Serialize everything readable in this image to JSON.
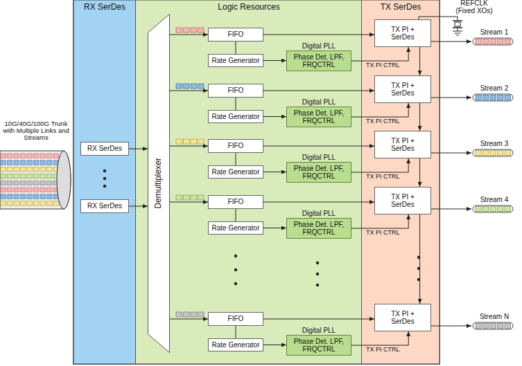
{
  "diagram": {
    "nodes": [
      {
        "text": [
          "RX SerDes"
        ]
      },
      {
        "text": [
          "RX SerDes"
        ],
        "in": 0
      },
      {
        "text": [
          "RX SerDes"
        ],
        "in": 0
      },
      {
        "text": [
          "Logic Resources"
        ]
      },
      {
        "text": [
          "Demultiplexer"
        ],
        "in": 3
      },
      {
        "text": [
          "FIFO"
        ],
        "in": 3
      },
      {
        "text": [
          "Rate Generator"
        ],
        "in": 3
      },
      {
        "text": [
          "Digital PLL",
          "Phase Det. LPF, FRQCTRL"
        ],
        "in": 3
      },
      {
        "text": [
          "FIFO"
        ],
        "in": 3
      },
      {
        "text": [
          "Rate Generator"
        ],
        "in": 3
      },
      {
        "text": [
          "Digital PLL",
          "Phase Det. LPF, FRQCTRL"
        ],
        "in": 3
      },
      {
        "text": [
          "FIFO"
        ],
        "in": 3
      },
      {
        "text": [
          "Rate Generator"
        ],
        "in": 3
      },
      {
        "text": [
          "Digital PLL",
          "Phase Det. LPF, FRQCTRL"
        ],
        "in": 3
      },
      {
        "text": [
          "FIFO"
        ],
        "in": 3
      },
      {
        "text": [
          "Rate Generator"
        ],
        "in": 3
      },
      {
        "text": [
          "Digital PLL",
          "Phase Det. LPF, FRQCTRL"
        ],
        "in": 3
      },
      {
        "text": [
          "FIFO"
        ],
        "in": 3
      },
      {
        "text": [
          "Rate Generator"
        ],
        "in": 3
      },
      {
        "text": [
          "Digital PLL",
          "Phase Det. LPF, FRQCTRL"
        ],
        "in": 3
      },
      {
        "text": [
          "TX SerDes"
        ]
      },
      {
        "text": [
          "TX PI + SerDes"
        ],
        "in": 20
      },
      {
        "text": [
          "TX PI + SerDes"
        ],
        "in": 20
      },
      {
        "text": [
          "TX PI + SerDes"
        ],
        "in": 20
      },
      {
        "text": [
          "TX PI + SerDes"
        ],
        "in": 20
      },
      {
        "text": [
          "TX PI + SerDes"
        ],
        "in": 20
      }
    ],
    "edges": [
      {
        "from": 1,
        "to": 4,
        "arrow": "to"
      },
      {
        "from": 2,
        "to": 4,
        "arrow": "to"
      },
      {
        "from": 4,
        "to": 5,
        "arrow": "to"
      },
      {
        "from": 5,
        "to": 21,
        "arrow": "to"
      },
      {
        "from": 5,
        "to": 6,
        "arrow": "none"
      },
      {
        "from": 6,
        "to": 7,
        "arrow": "to"
      },
      {
        "from": 7,
        "to": 21,
        "label": "TX PI CTRL",
        "arrow": "to"
      },
      {
        "from": 4,
        "to": 8,
        "arrow": "to"
      },
      {
        "from": 8,
        "to": 22,
        "arrow": "to"
      },
      {
        "from": 8,
        "to": 9,
        "arrow": "none"
      },
      {
        "from": 9,
        "to": 10,
        "arrow": "to"
      },
      {
        "from": 10,
        "to": 22,
        "label": "TX PI CTRL",
        "arrow": "to"
      },
      {
        "from": 4,
        "to": 11,
        "arrow": "to"
      },
      {
        "from": 11,
        "to": 23,
        "arrow": "to"
      },
      {
        "from": 11,
        "to": 12,
        "arrow": "none"
      },
      {
        "from": 12,
        "to": 13,
        "arrow": "to"
      },
      {
        "from": 13,
        "to": 23,
        "label": "TX PI CTRL",
        "arrow": "to"
      },
      {
        "from": 4,
        "to": 14,
        "arrow": "to"
      },
      {
        "from": 14,
        "to": 24,
        "arrow": "to"
      },
      {
        "from": 14,
        "to": 15,
        "arrow": "none"
      },
      {
        "from": 15,
        "to": 16,
        "arrow": "to"
      },
      {
        "from": 16,
        "to": 24,
        "label": "TX PI CTRL",
        "arrow": "to"
      },
      {
        "from": 4,
        "to": 17,
        "arrow": "to"
      },
      {
        "from": 17,
        "to": 25,
        "arrow": "to"
      },
      {
        "from": 17,
        "to": 18,
        "arrow": "none"
      },
      {
        "from": 18,
        "to": 19,
        "arrow": "to"
      },
      {
        "from": 19,
        "to": 25,
        "label": "TX PI CTRL",
        "arrow": "to"
      },
      {
        "from": 21,
        "to": 22,
        "arrow": "to"
      },
      {
        "from": 22,
        "to": 23,
        "arrow": "to"
      },
      {
        "from": 23,
        "to": 24,
        "arrow": "to"
      },
      {
        "from": 24,
        "to": 25,
        "arrow": "to"
      }
    ],
    "labels": [
      "10G/40G/100G Trunk with Multiple Links and Streams",
      "REFCLK (Fixed XOs)",
      "Stream 1",
      "Stream 2",
      "Stream 3",
      "Stream 4",
      "Stream N"
    ]
  }
}
